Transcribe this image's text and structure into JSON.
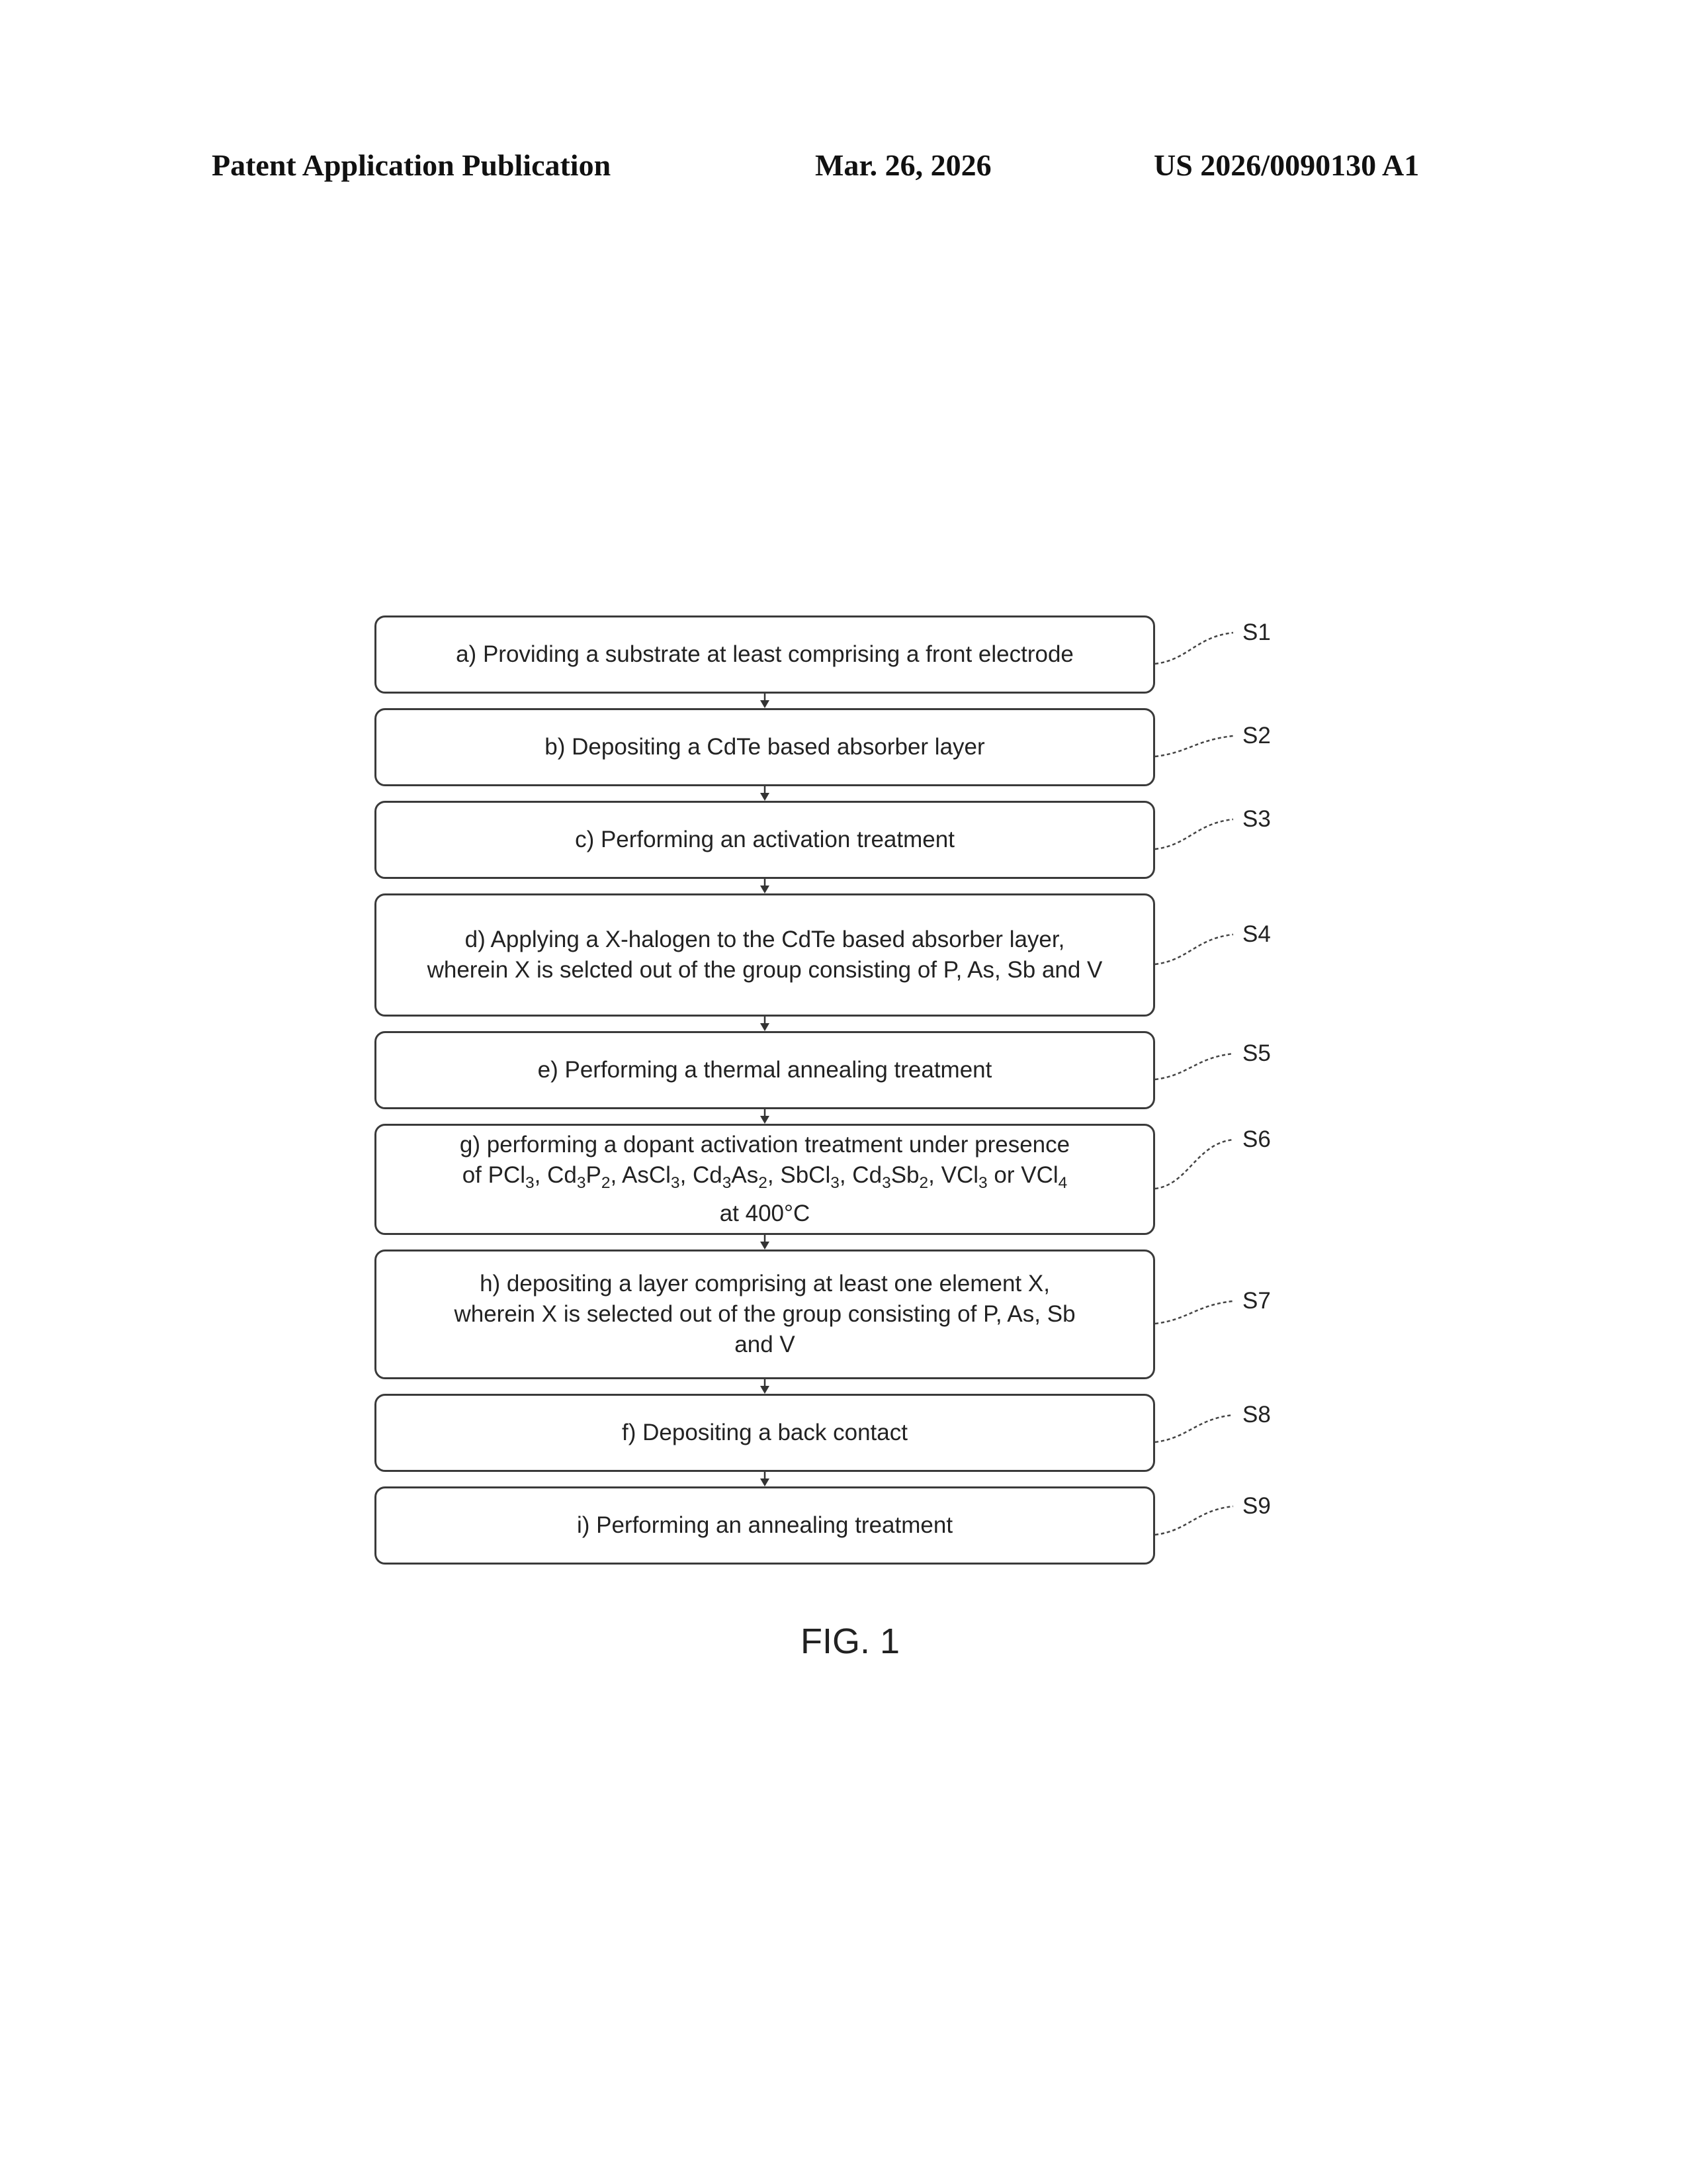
{
  "header": {
    "publication_type": "Patent Application Publication",
    "date": "Mar. 26, 2026",
    "patent_number": "US 2026/0090130 A1"
  },
  "steps": [
    {
      "label": "S1",
      "text": "a) Providing a substrate at least comprising a front electrode"
    },
    {
      "label": "S2",
      "text": "b) Depositing a CdTe based absorber layer"
    },
    {
      "label": "S3",
      "text": "c) Performing an activation treatment"
    },
    {
      "label": "S4",
      "text": "d) Applying a X-halogen to the CdTe based absorber layer,\nwherein X is selcted out of the group consisting of P, As, Sb and V"
    },
    {
      "label": "S5",
      "text": "e) Performing a thermal annealing treatment"
    },
    {
      "label": "S6",
      "text": "g) performing a dopant activation treatment under presence\nof PCl3, Cd3P2, AsCl3, Cd3As2, SbCl3, Cd3Sb2, VCl3 or VCl4\nat 400°C"
    },
    {
      "label": "S7",
      "text": "h) depositing a layer comprising at least one element X,\nwherein X is selected out of the group consisting of P, As, Sb\nand V"
    },
    {
      "label": "S8",
      "text": "f) Depositing a back contact"
    },
    {
      "label": "S9",
      "text": "i) Performing an annealing treatment"
    }
  ],
  "figure_caption": "FIG. 1"
}
